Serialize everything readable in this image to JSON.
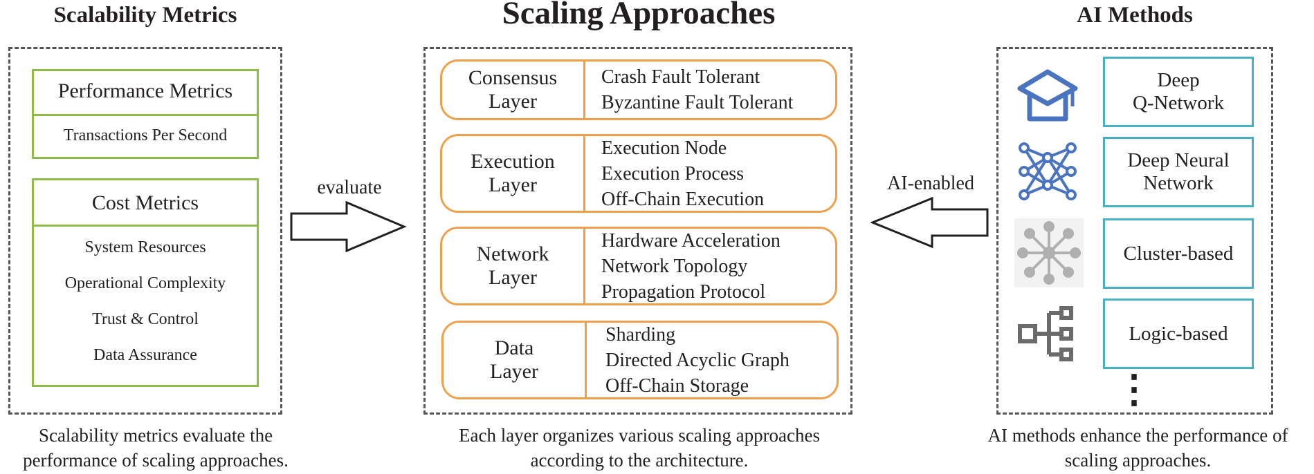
{
  "left": {
    "title": "Scalability Metrics",
    "performance": {
      "header": "Performance Metrics",
      "item": "Transactions Per Second"
    },
    "cost": {
      "header": "Cost Metrics",
      "items": [
        "System Resources",
        "Operational Complexity",
        "Trust & Control",
        "Data Assurance"
      ]
    },
    "caption_line1": "Scalability metrics evaluate the",
    "caption_line2": "performance of scaling approaches."
  },
  "evaluate_label": "evaluate",
  "center": {
    "title": "Scaling Approaches",
    "layers": [
      {
        "name": "Consensus\nLayer",
        "items": [
          "Crash Fault Tolerant",
          "Byzantine Fault Tolerant"
        ]
      },
      {
        "name": "Execution\nLayer",
        "items": [
          "Execution Node",
          "Execution Process",
          "Off-Chain Execution"
        ]
      },
      {
        "name": "Network\nLayer",
        "items": [
          "Hardware Acceleration",
          "Network Topology",
          "Propagation Protocol"
        ]
      },
      {
        "name": "Data\nLayer",
        "items": [
          "Sharding",
          "Directed Acyclic Graph",
          "Off-Chain Storage"
        ]
      }
    ],
    "caption_line1": "Each layer organizes various scaling approaches",
    "caption_line2": "according to the architecture."
  },
  "ai_enabled_label": "AI-enabled",
  "right": {
    "title": "AI Methods",
    "methods": [
      {
        "label": "Deep\nQ-Network",
        "icon": "graduation-cap-icon"
      },
      {
        "label": "Deep Neural\nNetwork",
        "icon": "neural-network-icon"
      },
      {
        "label": "Cluster-based",
        "icon": "cluster-icon"
      },
      {
        "label": "Logic-based",
        "icon": "logic-tree-icon"
      }
    ],
    "ellipsis": "⋮",
    "caption_line1": "AI methods enhance the performance of",
    "caption_line2": "scaling approaches."
  },
  "colors": {
    "green": "#8dbb4a",
    "orange": "#f0a04b",
    "teal": "#45b0c8",
    "blue_icon": "#4a74c0",
    "gray_icon": "#b0b0b0",
    "dark_gray_icon": "#6b6b6b"
  }
}
